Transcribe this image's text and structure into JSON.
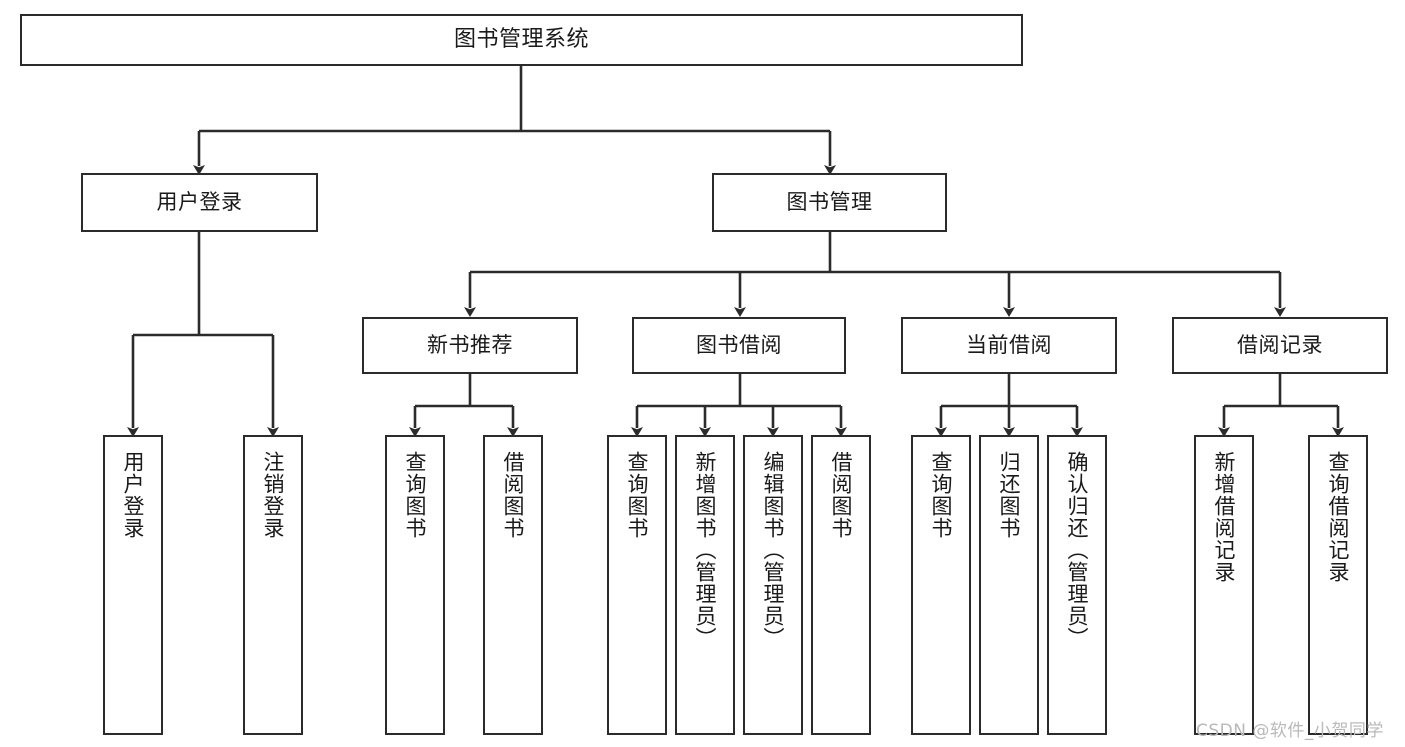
{
  "diagram": {
    "title": "图书管理系统",
    "type": "tree-hierarchy-chart",
    "root": {
      "label": "图书管理系统"
    },
    "level2": [
      {
        "label": "用户登录"
      },
      {
        "label": "图书管理"
      }
    ],
    "level3": [
      {
        "label": "新书推荐"
      },
      {
        "label": "图书借阅"
      },
      {
        "label": "当前借阅"
      },
      {
        "label": "借阅记录"
      }
    ],
    "leaves": {
      "user_login": [
        {
          "label": "用户登录"
        },
        {
          "label": "注销登录"
        }
      ],
      "new_book_recommend": [
        {
          "label": "查询图书"
        },
        {
          "label": "借阅图书"
        }
      ],
      "book_borrow": [
        {
          "label": "查询图书"
        },
        {
          "label": "新增图书（管理员）"
        },
        {
          "label": "编辑图书（管理员）"
        },
        {
          "label": "借阅图书"
        }
      ],
      "current_borrow": [
        {
          "label": "查询图书"
        },
        {
          "label": "归还图书"
        },
        {
          "label": "确认归还（管理员）"
        }
      ],
      "borrow_record": [
        {
          "label": "新增借阅记录"
        },
        {
          "label": "查询借阅记录"
        }
      ]
    }
  },
  "watermark": {
    "text": "CSDN @软件_小贺同学"
  },
  "colors": {
    "border": "#2b2b2b",
    "text": "#1a1a1a",
    "background": "#ffffff",
    "watermark": "#b9b9b9"
  }
}
